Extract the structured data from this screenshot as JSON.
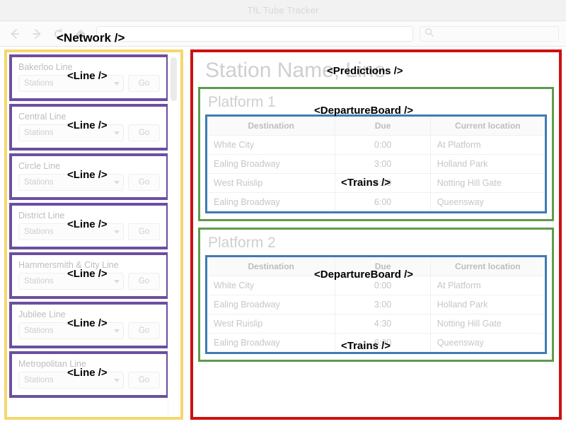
{
  "window": {
    "title": "TfL Tube Tracker"
  },
  "toolbar": {
    "icons": [
      "back-arrow-icon",
      "forward-arrow-icon",
      "reload-icon",
      "home-icon"
    ],
    "url_value": "",
    "url_placeholder": "",
    "search_value": "",
    "search_placeholder": "",
    "search_icon": "search-icon"
  },
  "annotations": {
    "network": "<Network />",
    "line": "<Line />",
    "predictions": "<Predictions />",
    "departure_board": "<DepartureBoard />",
    "trains": "<Trains />"
  },
  "colors": {
    "network_border": "#F5D76E",
    "line_border": "#6B4FA0",
    "predictions_border": "#CC1111",
    "board_border": "#5D9B4D",
    "table_border": "#3E7CB1",
    "muted_text": "#C6C6C6",
    "heading_text": "#CFCFCF"
  },
  "sidebar": {
    "lines": [
      {
        "name": "Bakerloo Line",
        "station_placeholder": "Stations",
        "go_label": "Go"
      },
      {
        "name": "Central Line",
        "station_placeholder": "Stations",
        "go_label": "Go"
      },
      {
        "name": "Circle Line",
        "station_placeholder": "Stations",
        "go_label": "Go"
      },
      {
        "name": "District Line",
        "station_placeholder": "Stations",
        "go_label": "Go"
      },
      {
        "name": "Hammersmith & City Line",
        "station_placeholder": "Stations",
        "go_label": "Go"
      },
      {
        "name": "Jubilee Line",
        "station_placeholder": "Stations",
        "go_label": "Go"
      },
      {
        "name": "Metropolitan Line",
        "station_placeholder": "Stations",
        "go_label": "Go"
      }
    ]
  },
  "main": {
    "station_title": "Station Name, Line",
    "columns": [
      "Destination",
      "Due",
      "Current location"
    ],
    "boards": [
      {
        "platform": "Platform 1",
        "trains": [
          {
            "destination": "White City",
            "due": "0:00",
            "location": "At Platform"
          },
          {
            "destination": "Ealing Broadway",
            "due": "3:00",
            "location": "Holland Park"
          },
          {
            "destination": "West Ruislip",
            "due": "4:30",
            "location": "Notting Hill Gate"
          },
          {
            "destination": "Ealing Broadway",
            "due": "6:00",
            "location": "Queensway"
          }
        ]
      },
      {
        "platform": "Platform 2",
        "trains": [
          {
            "destination": "White City",
            "due": "0:00",
            "location": "At Platform"
          },
          {
            "destination": "Ealing Broadway",
            "due": "3:00",
            "location": "Holland Park"
          },
          {
            "destination": "West Ruislip",
            "due": "4:30",
            "location": "Notting Hill Gate"
          },
          {
            "destination": "Ealing Broadway",
            "due": "6:00",
            "location": "Queensway"
          }
        ]
      }
    ]
  }
}
